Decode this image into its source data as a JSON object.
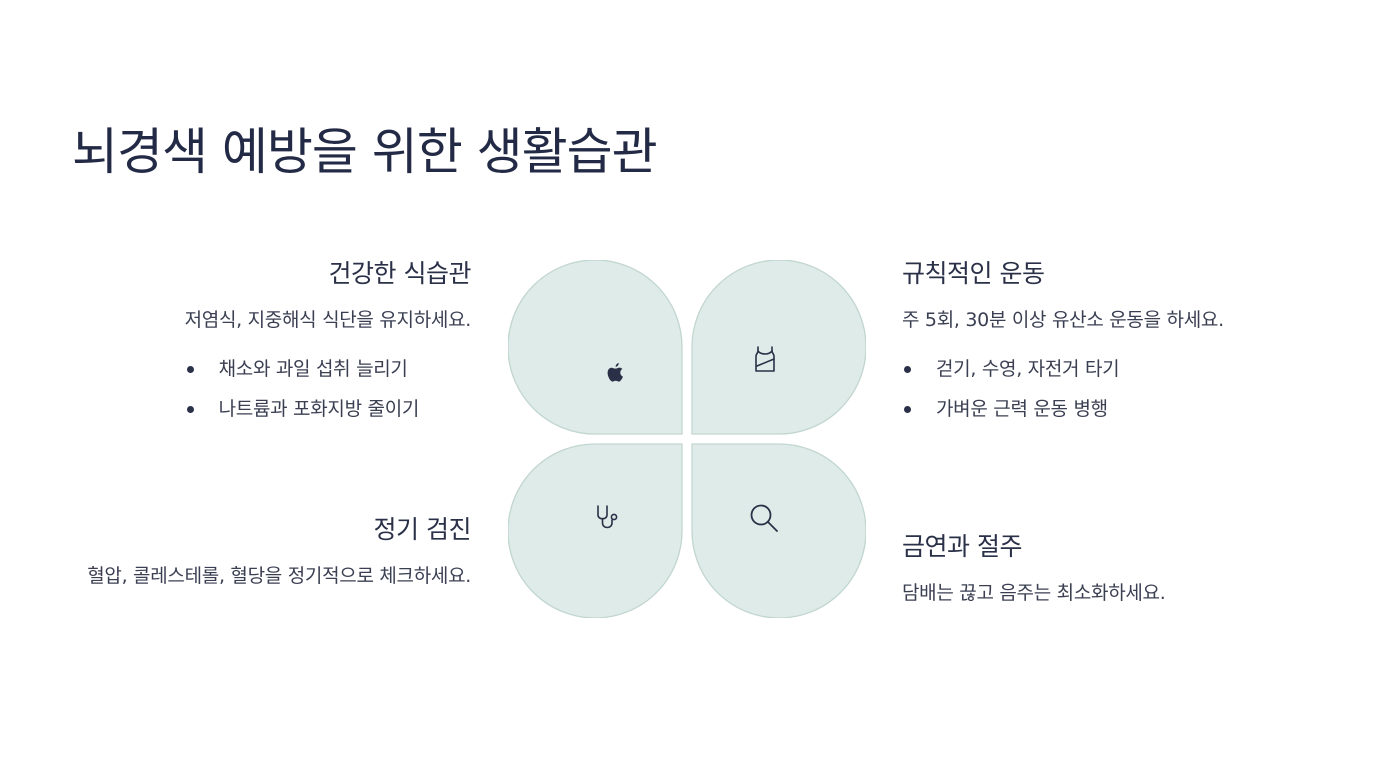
{
  "title": "뇌경색 예방을 위한 생활습관",
  "colors": {
    "petal_fill": "#dfebe8",
    "petal_stroke": "#c2d6d0",
    "text": "#2a3047",
    "title": "#232a45"
  },
  "quadrants": {
    "diet": {
      "heading": "건강한 식습관",
      "description": "저염식, 지중해식 식단을 유지하세요.",
      "bullets": [
        "채소와 과일 섭취 늘리기",
        "나트륨과 포화지방 줄이기"
      ],
      "icon": "apple-icon"
    },
    "exercise": {
      "heading": "규칙적인 운동",
      "description": "주 5회, 30분 이상 유산소 운동을 하세요.",
      "bullets": [
        "걷기, 수영, 자전거 타기",
        "가벼운 근력 운동 병행"
      ],
      "icon": "tank-top-icon"
    },
    "checkup": {
      "heading": "정기 검진",
      "description": "혈압, 콜레스테롤, 혈당을 정기적으로 체크하세요.",
      "icon": "stethoscope-icon"
    },
    "smoking": {
      "heading": "금연과 절주",
      "description": "담배는 끊고 음주는 최소화하세요.",
      "icon": "search-icon"
    }
  }
}
